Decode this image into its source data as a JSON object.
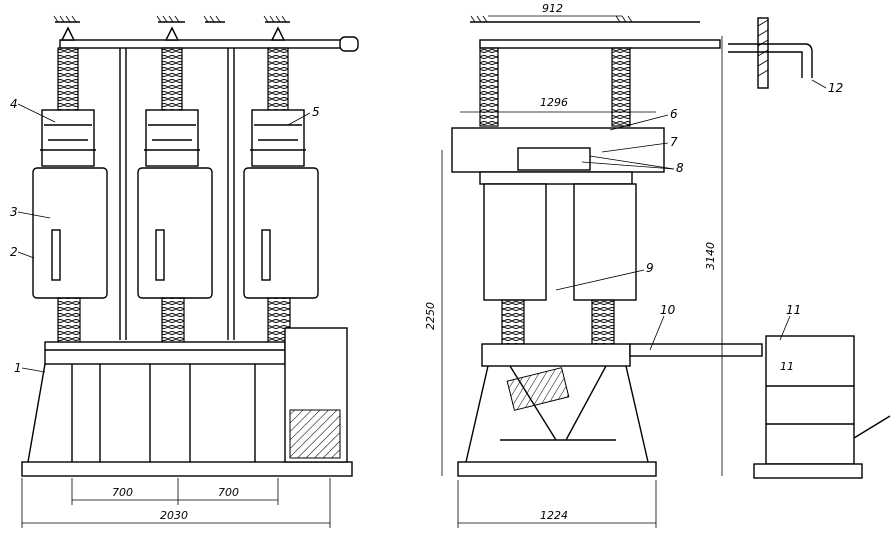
{
  "callouts": [
    "1",
    "2",
    "3",
    "4",
    "5",
    "6",
    "7",
    "8",
    "9",
    "10",
    "11",
    "12"
  ],
  "dimensions": {
    "d700a": "700",
    "d700b": "700",
    "d2030": "2030",
    "d912": "912",
    "d1296": "1296",
    "d2250": "2250",
    "d3140": "3140",
    "d1224": "1224"
  },
  "box_label": "11"
}
